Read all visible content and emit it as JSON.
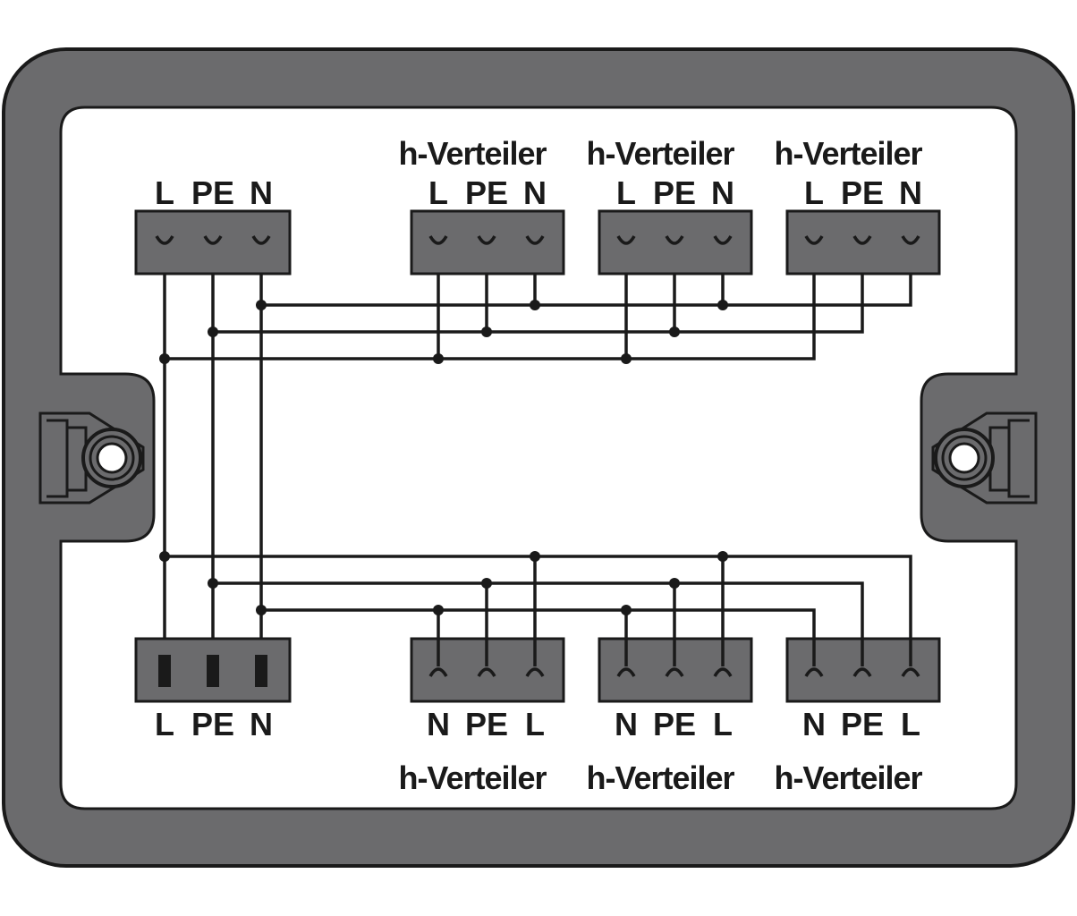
{
  "diagram": {
    "colors": {
      "housing": "#6b6b6d",
      "housing_outline": "#1a1a1a",
      "panel": "#ffffff",
      "wire": "#1a1a1a"
    },
    "top_row": {
      "supply": {
        "pins": [
          "L",
          "PE",
          "N"
        ]
      },
      "outlets": [
        {
          "title": "h-Verteiler",
          "pins": [
            "L",
            "PE",
            "N"
          ]
        },
        {
          "title": "h-Verteiler",
          "pins": [
            "L",
            "PE",
            "N"
          ]
        },
        {
          "title": "h-Verteiler",
          "pins": [
            "L",
            "PE",
            "N"
          ]
        }
      ]
    },
    "bottom_row": {
      "supply": {
        "pins": [
          "L",
          "PE",
          "N"
        ]
      },
      "outlets": [
        {
          "title": "h-Verteiler",
          "pins": [
            "N",
            "PE",
            "L"
          ]
        },
        {
          "title": "h-Verteiler",
          "pins": [
            "N",
            "PE",
            "L"
          ]
        },
        {
          "title": "h-Verteiler",
          "pins": [
            "N",
            "PE",
            "L"
          ]
        }
      ]
    }
  }
}
